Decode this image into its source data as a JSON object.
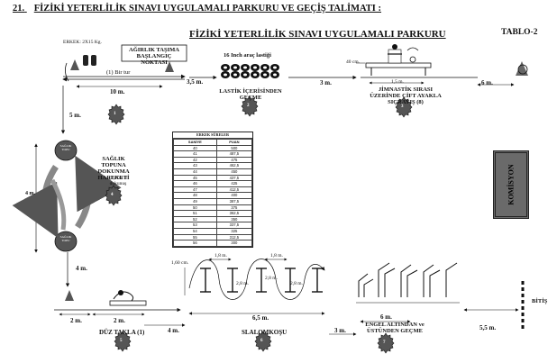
{
  "header": {
    "section_number": "21.",
    "title": "FİZİKİ YETERLİLİK SINAVI UYGULAMALI PARKURU VE GEÇİŞ TALİMATI :"
  },
  "diagram": {
    "title": "FİZİKİ YETERLİLİK SINAVI UYGULAMALI PARKURU",
    "table_tag": "TABLO-2"
  },
  "stations": [
    {
      "number": "1",
      "label": "AĞIRLIK TAŞIMA BAŞLANGIÇ NOKTASI",
      "sub": "(1) Bir tur",
      "weights": "ERKEK: 2X15 Kg."
    },
    {
      "number": "2",
      "label": "LASTİK İÇERİSİNDEN GEÇME",
      "sub": "16 Inch araç lastiği"
    },
    {
      "number": "3",
      "label": "JİMNASTİK SIRASI ÜZERİNDE ÇİFT AYAKLA SIÇRAYIŞ (8)",
      "sub": "40 cm."
    },
    {
      "number": "4",
      "label": "SAĞLIK TOPUNA DOKUNMA HAREKETİ",
      "sub": "(1) Tur 3 dokunuş",
      "ball_label": "SAĞLIK TOPU"
    },
    {
      "number": "5",
      "label": "DÜZ TAKLA (1)"
    },
    {
      "number": "6",
      "label": "SLALOMKOŞU"
    },
    {
      "number": "7",
      "label": "ENGEL ALTINDAN ve ÜSTÜNDEN GEÇME"
    }
  ],
  "distances": {
    "d_10m": "10 m.",
    "d_3_5m": "3,5 m.",
    "d_3m_top": "3 m.",
    "d_6m_top": "6 m.",
    "d_1_5m": "1,5 m.",
    "d_5m": "5 m.",
    "d_4m_side": "4 m.",
    "d_4m": "4 m.",
    "d_2m_a": "2 m.",
    "d_2m_b": "2 m.",
    "d_4m_bottom": "4 m.",
    "d_6_5m": "6,5 m.",
    "d_3m_bottom": "3 m.",
    "d_6m_bottom": "6 m.",
    "d_5_5m": "5,5 m.",
    "slalom_1_6m": "1,60 cm.",
    "slalom_1_8a": "1,8 m.",
    "slalom_1_8b": "1,8 m.",
    "slalom_2_8a": "2,8 m.",
    "slalom_2_8b": "2,8 m.",
    "slalom_2_8c": "2,8 m."
  },
  "end_label": "BİTİŞ",
  "commission_label": "KOMİSYON",
  "score_table": {
    "caption": "ERKEK  SÜRELER",
    "headers": [
      "SANİYE",
      "PUAN"
    ],
    "rows": [
      [
        "40",
        "500"
      ],
      [
        "41",
        "487,5"
      ],
      [
        "42",
        "475"
      ],
      [
        "43",
        "462,5"
      ],
      [
        "44",
        "450"
      ],
      [
        "45",
        "437,5"
      ],
      [
        "46",
        "425"
      ],
      [
        "47",
        "412,5"
      ],
      [
        "48",
        "400"
      ],
      [
        "49",
        "387,5"
      ],
      [
        "50",
        "375"
      ],
      [
        "51",
        "362,5"
      ],
      [
        "52",
        "350"
      ],
      [
        "53",
        "337,5"
      ],
      [
        "54",
        "325"
      ],
      [
        "55",
        "312,5"
      ],
      [
        "56",
        "300"
      ]
    ]
  }
}
